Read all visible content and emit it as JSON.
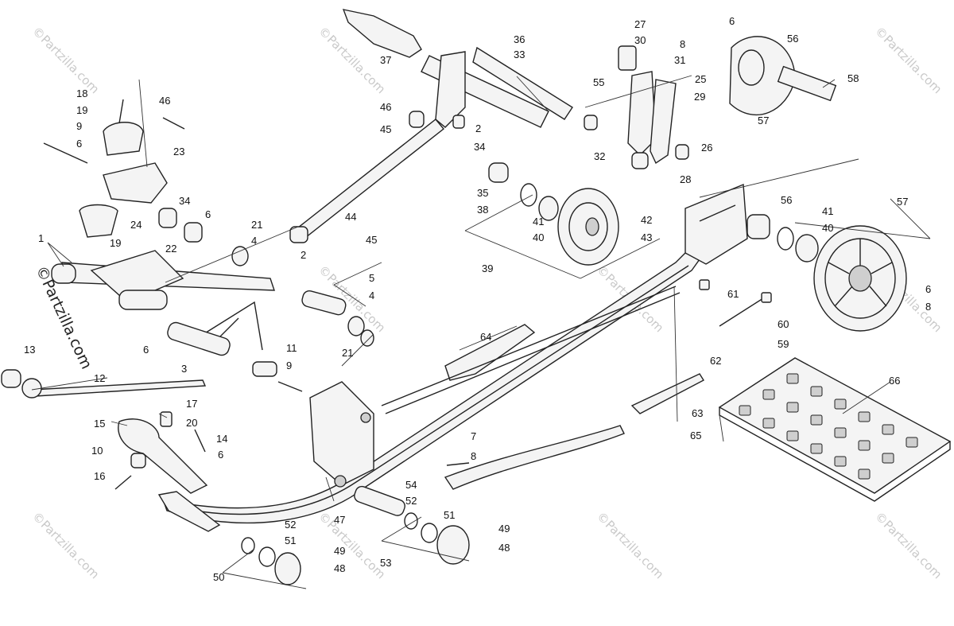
{
  "watermark": {
    "text": "©Partzilla.com",
    "side_text": "©Partzilla.com"
  },
  "callouts": [
    {
      "n": "1"
    },
    {
      "n": "2"
    },
    {
      "n": "2"
    },
    {
      "n": "3"
    },
    {
      "n": "4"
    },
    {
      "n": "4"
    },
    {
      "n": "5"
    },
    {
      "n": "6"
    },
    {
      "n": "6"
    },
    {
      "n": "6"
    },
    {
      "n": "6"
    },
    {
      "n": "6"
    },
    {
      "n": "6"
    },
    {
      "n": "7"
    },
    {
      "n": "8"
    },
    {
      "n": "8"
    },
    {
      "n": "8"
    },
    {
      "n": "9"
    },
    {
      "n": "9"
    },
    {
      "n": "10"
    },
    {
      "n": "11"
    },
    {
      "n": "12"
    },
    {
      "n": "13"
    },
    {
      "n": "14"
    },
    {
      "n": "15"
    },
    {
      "n": "16"
    },
    {
      "n": "17"
    },
    {
      "n": "18"
    },
    {
      "n": "19"
    },
    {
      "n": "19"
    },
    {
      "n": "20"
    },
    {
      "n": "21"
    },
    {
      "n": "21"
    },
    {
      "n": "22"
    },
    {
      "n": "23"
    },
    {
      "n": "24"
    },
    {
      "n": "25"
    },
    {
      "n": "26"
    },
    {
      "n": "27"
    },
    {
      "n": "28"
    },
    {
      "n": "29"
    },
    {
      "n": "30"
    },
    {
      "n": "31"
    },
    {
      "n": "32"
    },
    {
      "n": "33"
    },
    {
      "n": "34"
    },
    {
      "n": "34"
    },
    {
      "n": "35"
    },
    {
      "n": "36"
    },
    {
      "n": "37"
    },
    {
      "n": "38"
    },
    {
      "n": "39"
    },
    {
      "n": "40"
    },
    {
      "n": "40"
    },
    {
      "n": "41"
    },
    {
      "n": "41"
    },
    {
      "n": "42"
    },
    {
      "n": "43"
    },
    {
      "n": "44"
    },
    {
      "n": "45"
    },
    {
      "n": "45"
    },
    {
      "n": "46"
    },
    {
      "n": "46"
    },
    {
      "n": "47"
    },
    {
      "n": "48"
    },
    {
      "n": "48"
    },
    {
      "n": "49"
    },
    {
      "n": "49"
    },
    {
      "n": "50"
    },
    {
      "n": "51"
    },
    {
      "n": "51"
    },
    {
      "n": "52"
    },
    {
      "n": "52"
    },
    {
      "n": "53"
    },
    {
      "n": "54"
    },
    {
      "n": "55"
    },
    {
      "n": "56"
    },
    {
      "n": "56"
    },
    {
      "n": "57"
    },
    {
      "n": "57"
    },
    {
      "n": "58"
    },
    {
      "n": "59"
    },
    {
      "n": "60"
    },
    {
      "n": "61"
    },
    {
      "n": "62"
    },
    {
      "n": "63"
    },
    {
      "n": "64"
    },
    {
      "n": "65"
    },
    {
      "n": "66"
    }
  ]
}
